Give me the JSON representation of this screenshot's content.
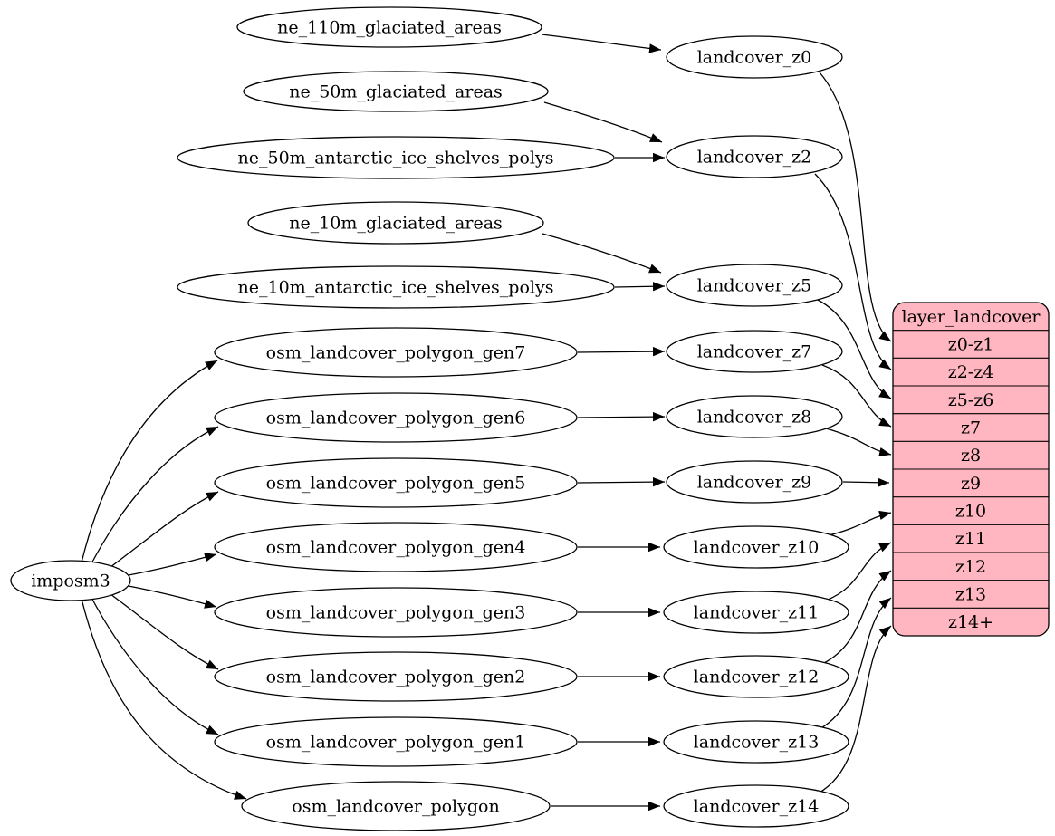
{
  "colors": {
    "table_fill": "#ffb6c1",
    "node_fill": "#ffffff",
    "stroke": "#000000",
    "background": "#ffffff"
  },
  "nodes": {
    "imposm3": {
      "label": "imposm3"
    },
    "ne110": {
      "label": "ne_110m_glaciated_areas"
    },
    "ne50": {
      "label": "ne_50m_glaciated_areas"
    },
    "ne50ant": {
      "label": "ne_50m_antarctic_ice_shelves_polys"
    },
    "ne10": {
      "label": "ne_10m_glaciated_areas"
    },
    "ne10ant": {
      "label": "ne_10m_antarctic_ice_shelves_polys"
    },
    "gen7": {
      "label": "osm_landcover_polygon_gen7"
    },
    "gen6": {
      "label": "osm_landcover_polygon_gen6"
    },
    "gen5": {
      "label": "osm_landcover_polygon_gen5"
    },
    "gen4": {
      "label": "osm_landcover_polygon_gen4"
    },
    "gen3": {
      "label": "osm_landcover_polygon_gen3"
    },
    "gen2": {
      "label": "osm_landcover_polygon_gen2"
    },
    "gen1": {
      "label": "osm_landcover_polygon_gen1"
    },
    "poly": {
      "label": "osm_landcover_polygon"
    },
    "z0": {
      "label": "landcover_z0"
    },
    "z2": {
      "label": "landcover_z2"
    },
    "z5": {
      "label": "landcover_z5"
    },
    "z7": {
      "label": "landcover_z7"
    },
    "z8": {
      "label": "landcover_z8"
    },
    "z9": {
      "label": "landcover_z9"
    },
    "z10": {
      "label": "landcover_z10"
    },
    "z11": {
      "label": "landcover_z11"
    },
    "z12": {
      "label": "landcover_z12"
    },
    "z13": {
      "label": "landcover_z13"
    },
    "z14": {
      "label": "landcover_z14"
    }
  },
  "table": {
    "title": "layer_landcover",
    "rows": [
      "z0-z1",
      "z2-z4",
      "z5-z6",
      "z7",
      "z8",
      "z9",
      "z10",
      "z11",
      "z12",
      "z13",
      "z14+"
    ]
  },
  "edges": [
    [
      "ne_110m_glaciated_areas",
      "landcover_z0"
    ],
    [
      "ne_50m_glaciated_areas",
      "landcover_z2"
    ],
    [
      "ne_50m_antarctic_ice_shelves_polys",
      "landcover_z2"
    ],
    [
      "ne_10m_glaciated_areas",
      "landcover_z5"
    ],
    [
      "ne_10m_antarctic_ice_shelves_polys",
      "landcover_z5"
    ],
    [
      "imposm3",
      "osm_landcover_polygon_gen7"
    ],
    [
      "imposm3",
      "osm_landcover_polygon_gen6"
    ],
    [
      "imposm3",
      "osm_landcover_polygon_gen5"
    ],
    [
      "imposm3",
      "osm_landcover_polygon_gen4"
    ],
    [
      "imposm3",
      "osm_landcover_polygon_gen3"
    ],
    [
      "imposm3",
      "osm_landcover_polygon_gen2"
    ],
    [
      "imposm3",
      "osm_landcover_polygon_gen1"
    ],
    [
      "imposm3",
      "osm_landcover_polygon"
    ],
    [
      "osm_landcover_polygon_gen7",
      "landcover_z7"
    ],
    [
      "osm_landcover_polygon_gen6",
      "landcover_z8"
    ],
    [
      "osm_landcover_polygon_gen5",
      "landcover_z9"
    ],
    [
      "osm_landcover_polygon_gen4",
      "landcover_z10"
    ],
    [
      "osm_landcover_polygon_gen3",
      "landcover_z11"
    ],
    [
      "osm_landcover_polygon_gen2",
      "landcover_z12"
    ],
    [
      "osm_landcover_polygon_gen1",
      "landcover_z13"
    ],
    [
      "osm_landcover_polygon",
      "landcover_z14"
    ],
    [
      "landcover_z0",
      "layer_landcover:z0-z1"
    ],
    [
      "landcover_z2",
      "layer_landcover:z2-z4"
    ],
    [
      "landcover_z5",
      "layer_landcover:z5-z6"
    ],
    [
      "landcover_z7",
      "layer_landcover:z7"
    ],
    [
      "landcover_z8",
      "layer_landcover:z8"
    ],
    [
      "landcover_z9",
      "layer_landcover:z9"
    ],
    [
      "landcover_z10",
      "layer_landcover:z10"
    ],
    [
      "landcover_z11",
      "layer_landcover:z11"
    ],
    [
      "landcover_z12",
      "layer_landcover:z12"
    ],
    [
      "landcover_z13",
      "layer_landcover:z13"
    ],
    [
      "landcover_z14",
      "layer_landcover:z14+"
    ]
  ]
}
